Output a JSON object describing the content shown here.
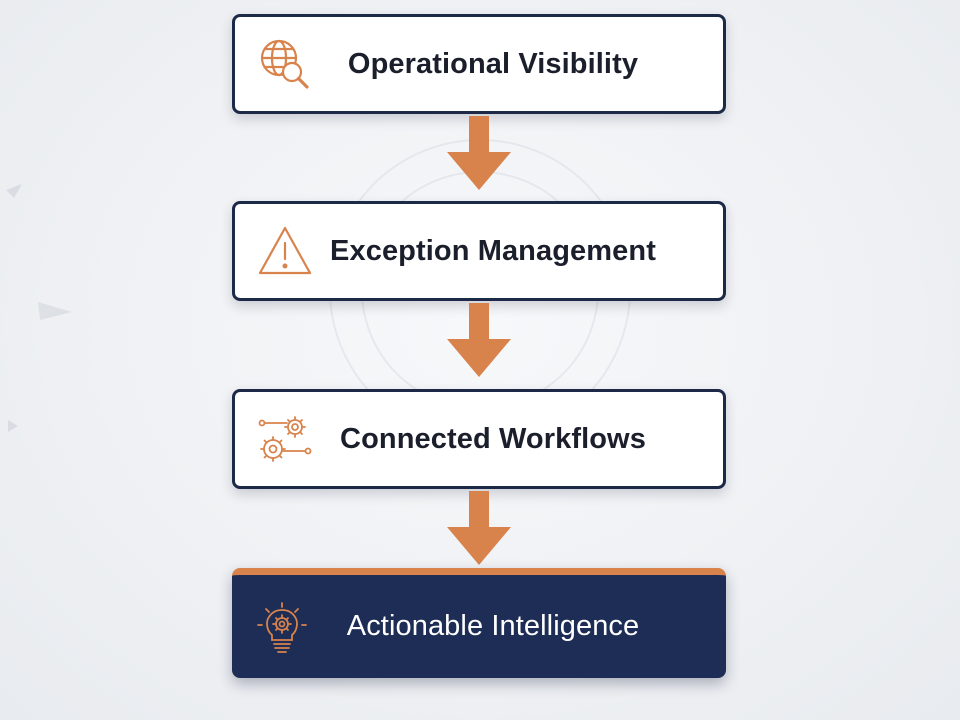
{
  "diagram": {
    "steps": [
      {
        "label": "Operational Visibility",
        "icon": "globe-magnifier-icon"
      },
      {
        "label": "Exception Management",
        "icon": "warning-triangle-icon"
      },
      {
        "label": "Connected Workflows",
        "icon": "connected-gears-icon"
      },
      {
        "label": "Actionable Intelligence",
        "icon": "lightbulb-gear-icon"
      }
    ],
    "colors": {
      "box_border": "#1d2a47",
      "accent_orange": "#d9834c",
      "final_box_bg": "#1d2d55",
      "text_dark": "#1a1f2b",
      "text_light": "#ffffff"
    }
  }
}
